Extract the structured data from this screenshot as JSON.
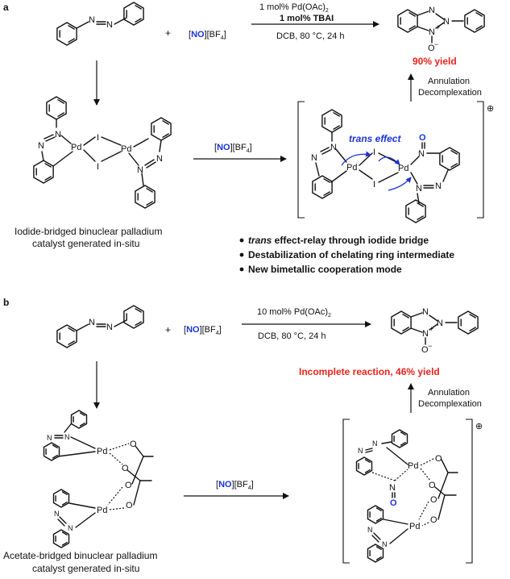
{
  "panel_a": {
    "label": "a",
    "reagent_no": "NO",
    "reagent_bf4": "[BF",
    "cond_top": "1 mol% Pd(OAc)",
    "cond_top2": "1 mol% TBAI",
    "cond_bottom": "DCB, 80 °C, 24 h",
    "yield": "90% yield",
    "annulation": "Annulation",
    "decomplexation": "Decomplexation",
    "step_reagent_no": "NO",
    "trans_effect": "trans effect",
    "catalyst_caption_1": "Iodide-bridged binuclear palladium",
    "catalyst_caption_2": "catalyst generated in-situ",
    "bullets": [
      {
        "lead": "trans",
        "rest": " effect-relay through iodide bridge"
      },
      {
        "lead": "",
        "rest": "Destabilization of chelating ring intermediate"
      },
      {
        "lead": "",
        "rest": "New bimetallic cooperation mode"
      }
    ]
  },
  "panel_b": {
    "label": "b",
    "reagent_no": "NO",
    "cond_top": "10 mol% Pd(OAc)",
    "cond_bottom": "DCB, 80 °C, 24 h",
    "yield": "Incomplete reaction, 46% yield",
    "annulation": "Annulation",
    "decomplexation": "Decomplexation",
    "step_reagent_no": "NO",
    "catalyst_caption_1": "Acetate-bridged binuclear palladium",
    "catalyst_caption_2": "catalyst generated in-situ"
  },
  "atoms": {
    "N": "N",
    "Pd": "Pd",
    "I": "I",
    "O": "O",
    "plus": "+",
    "charge": "⊕"
  },
  "colors": {
    "blue": "#1a33d6",
    "red": "#e8231c"
  }
}
